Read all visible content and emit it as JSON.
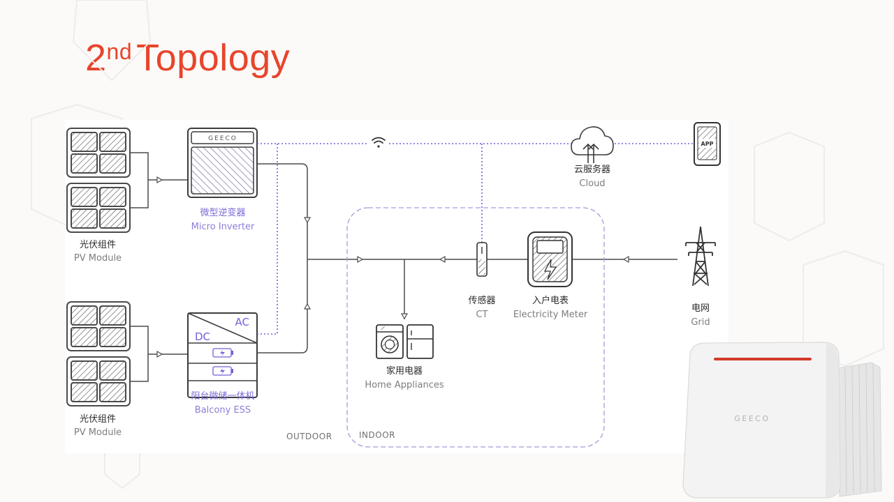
{
  "slide": {
    "title_main": "2",
    "title_sup": "nd",
    "title_rest": "Topology"
  },
  "diagram": {
    "pv_top": {
      "label_cn": "光伏组件",
      "label_en": "PV Module"
    },
    "pv_bottom": {
      "label_cn": "光伏组件",
      "label_en": "PV Module"
    },
    "micro_inverter": {
      "brand": "GEECO",
      "label_cn": "微型逆变器",
      "label_en": "Micro Inverter"
    },
    "balcony_ess": {
      "ac_label": "AC",
      "dc_label": "DC",
      "label_cn": "阳台微储一体机",
      "label_en": "Balcony ESS"
    },
    "cloud": {
      "label_cn": "云服务器",
      "label_en": "Cloud"
    },
    "app": {
      "label": "APP"
    },
    "ct_sensor": {
      "label_cn": "传感器",
      "label_en": "CT"
    },
    "meter": {
      "label_cn": "入户电表",
      "label_en": "Electricity Meter"
    },
    "grid": {
      "label_cn": "电网",
      "label_en": "Grid"
    },
    "appliances": {
      "label_cn": "家用电器",
      "label_en": "Home Appliances"
    },
    "zones": {
      "outdoor": "OUTDOOR",
      "indoor": "INDOOR"
    },
    "colors": {
      "accent": "#e8452c",
      "wireless": "#6f62d8",
      "indoor_border": "#a59bdc",
      "line": "#4a4a4a"
    }
  },
  "product": {
    "brand": "GEECO"
  }
}
